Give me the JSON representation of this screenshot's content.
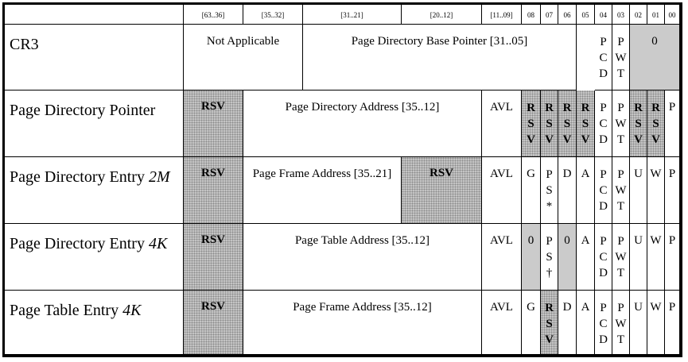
{
  "header": [
    "[63..36]",
    "[35..32]",
    "[31..21]",
    "[20..12]",
    "[11..09]",
    "08",
    "07",
    "06",
    "05",
    "04",
    "03",
    "02",
    "01",
    "00"
  ],
  "rows": {
    "cr3": {
      "label": "CR3",
      "not_applicable": "Not Applicable",
      "base_pointer": "Page Directory Base Pointer [31..05]",
      "pcd": "PCD",
      "pwt": "PWT",
      "reserved_zero": "0"
    },
    "pdp": {
      "label": "Page Directory Pointer",
      "rsv": "RSV",
      "address": "Page Directory Address [35..12]",
      "avl": "AVL",
      "rsv_bit": "RSV",
      "pcd": "PCD",
      "pwt": "PWT",
      "p": "P"
    },
    "pde2m": {
      "label": "Page Directory Entry",
      "label_suffix": "2M",
      "rsv": "RSV",
      "address": "Page Frame Address [35..21]",
      "rsv2": "RSV",
      "avl": "AVL",
      "g": "G",
      "ps": "PS*",
      "d": "D",
      "a": "A",
      "pcd": "PCD",
      "pwt": "PWT",
      "u": "U",
      "w": "W",
      "p": "P"
    },
    "pde4k": {
      "label": "Page Directory Entry",
      "label_suffix": "4K",
      "rsv": "RSV",
      "address": "Page Table Address [35..12]",
      "avl": "AVL",
      "zero": "0",
      "ps": "PS†",
      "a": "A",
      "pcd": "PCD",
      "pwt": "PWT",
      "u": "U",
      "w": "W",
      "p": "P"
    },
    "pte4k": {
      "label": "Page Table Entry",
      "label_suffix": "4K",
      "rsv": "RSV",
      "address": "Page Frame Address [35..12]",
      "avl": "AVL",
      "g": "G",
      "rsv_bit": "RSV",
      "d": "D",
      "a": "A",
      "pcd": "PCD",
      "pwt": "PWT",
      "u": "U",
      "w": "W",
      "p": "P"
    }
  }
}
